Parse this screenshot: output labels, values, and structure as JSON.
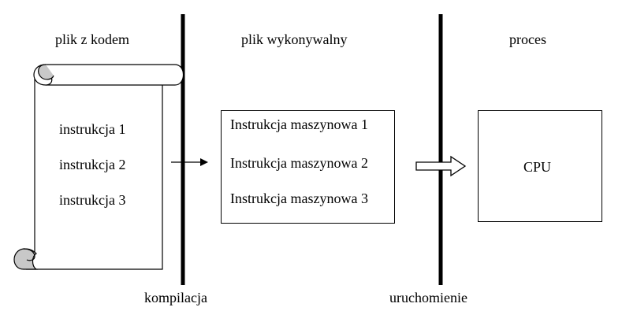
{
  "columns": {
    "source": {
      "title": "plik z kodem",
      "lines": [
        "instrukcja 1",
        "instrukcja 2",
        "instrukcja 3"
      ]
    },
    "executable": {
      "title": "plik wykonywalny",
      "lines": [
        "Instrukcja maszynowa 1",
        "Instrukcja maszynowa 2",
        "Instrukcja maszynowa 3"
      ]
    },
    "process": {
      "title": "proces",
      "box_label": "CPU"
    }
  },
  "dividers": {
    "compile": {
      "label": "kompilacja"
    },
    "run": {
      "label": "uruchomienie"
    }
  }
}
